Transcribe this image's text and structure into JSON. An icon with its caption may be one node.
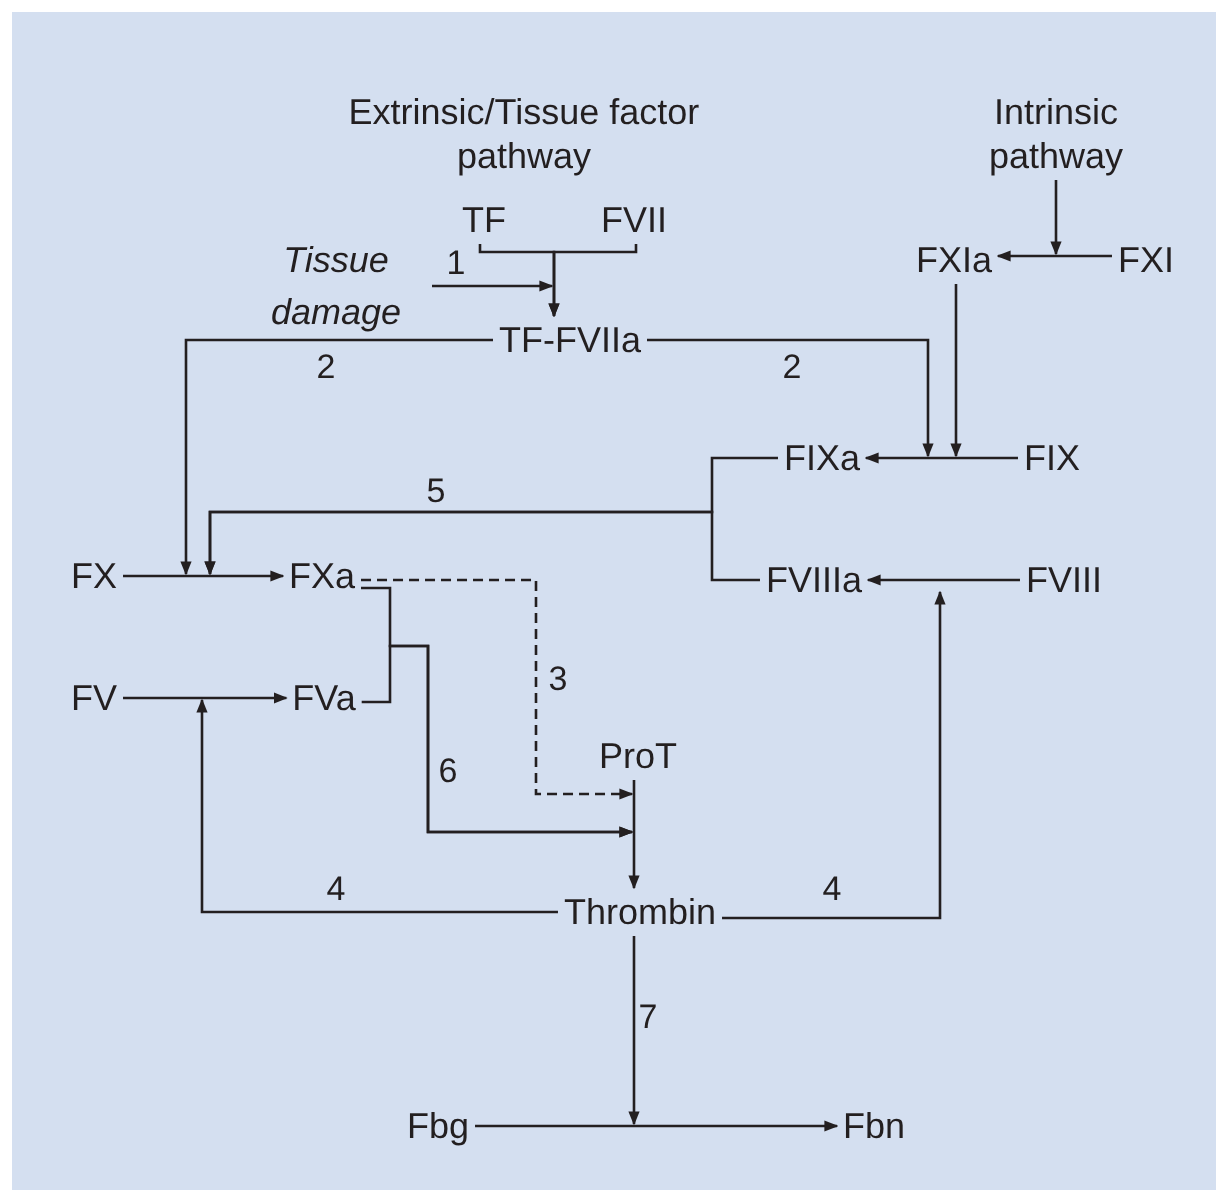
{
  "diagram": {
    "nodes": [
      {
        "text": [
          "Intrinsic pathway"
        ]
      },
      {
        "text": [
          "TF"
        ]
      },
      {
        "text": [
          "FVII"
        ]
      },
      {
        "text": [
          "Tissue damage"
        ]
      },
      {
        "text": [
          "TF-FVIIa"
        ]
      },
      {
        "text": [
          "FXIa"
        ]
      },
      {
        "text": [
          "FXI"
        ]
      },
      {
        "text": [
          "FIXa"
        ]
      },
      {
        "text": [
          "FIX"
        ]
      },
      {
        "text": [
          "FX"
        ]
      },
      {
        "text": [
          "FXa"
        ]
      },
      {
        "text": [
          "FVIIIa"
        ]
      },
      {
        "text": [
          "FVIII"
        ]
      },
      {
        "text": [
          "FV"
        ]
      },
      {
        "text": [
          "FVa"
        ]
      },
      {
        "text": [
          "ProT"
        ]
      },
      {
        "text": [
          "Thrombin"
        ]
      },
      {
        "text": [
          "Fbg"
        ]
      },
      {
        "text": [
          "Fbn"
        ]
      }
    ],
    "edges": [
      {
        "from": 1,
        "to": 4,
        "arrow": "to"
      },
      {
        "from": 2,
        "to": 4,
        "arrow": "to"
      },
      {
        "from": 3,
        "to": 4,
        "arrow": "to",
        "label": "1"
      },
      {
        "from": 0,
        "to": 6,
        "arrow": "to"
      },
      {
        "from": 6,
        "to": 5,
        "arrow": "to"
      },
      {
        "from": 8,
        "to": 7,
        "arrow": "to"
      },
      {
        "from": 4,
        "to": 9,
        "arrow": "to",
        "label": "2"
      },
      {
        "from": 5,
        "to": 8,
        "arrow": "to"
      },
      {
        "from": 4,
        "to": 7,
        "arrow": "to",
        "label": "2"
      },
      {
        "from": 9,
        "to": 10,
        "arrow": "to"
      },
      {
        "from": 7,
        "to": null,
        "arrow": "to",
        "label": "5"
      },
      {
        "from": 11,
        "to": null,
        "arrow": "to"
      },
      {
        "from": 12,
        "to": 11,
        "arrow": "to"
      },
      {
        "from": 13,
        "to": 14,
        "arrow": "to"
      },
      {
        "from": 10,
        "to": 15,
        "arrow": "to",
        "label": "3",
        "style": "dashed"
      },
      {
        "from": 10,
        "to": 15,
        "arrow": "to",
        "label": "6"
      },
      {
        "from": 14,
        "to": 15,
        "arrow": "to"
      },
      {
        "from": 15,
        "to": 16,
        "arrow": "to"
      },
      {
        "from": 16,
        "to": null,
        "arrow": "to",
        "label": "4"
      },
      {
        "from": 16,
        "to": null,
        "arrow": "to",
        "label": "4"
      },
      {
        "from": 16,
        "to": null,
        "arrow": "to",
        "label": "7"
      },
      {
        "from": 17,
        "to": 18,
        "arrow": "to"
      }
    ],
    "labels": [
      "Extrinsic/Tissue factor pathway"
    ]
  }
}
